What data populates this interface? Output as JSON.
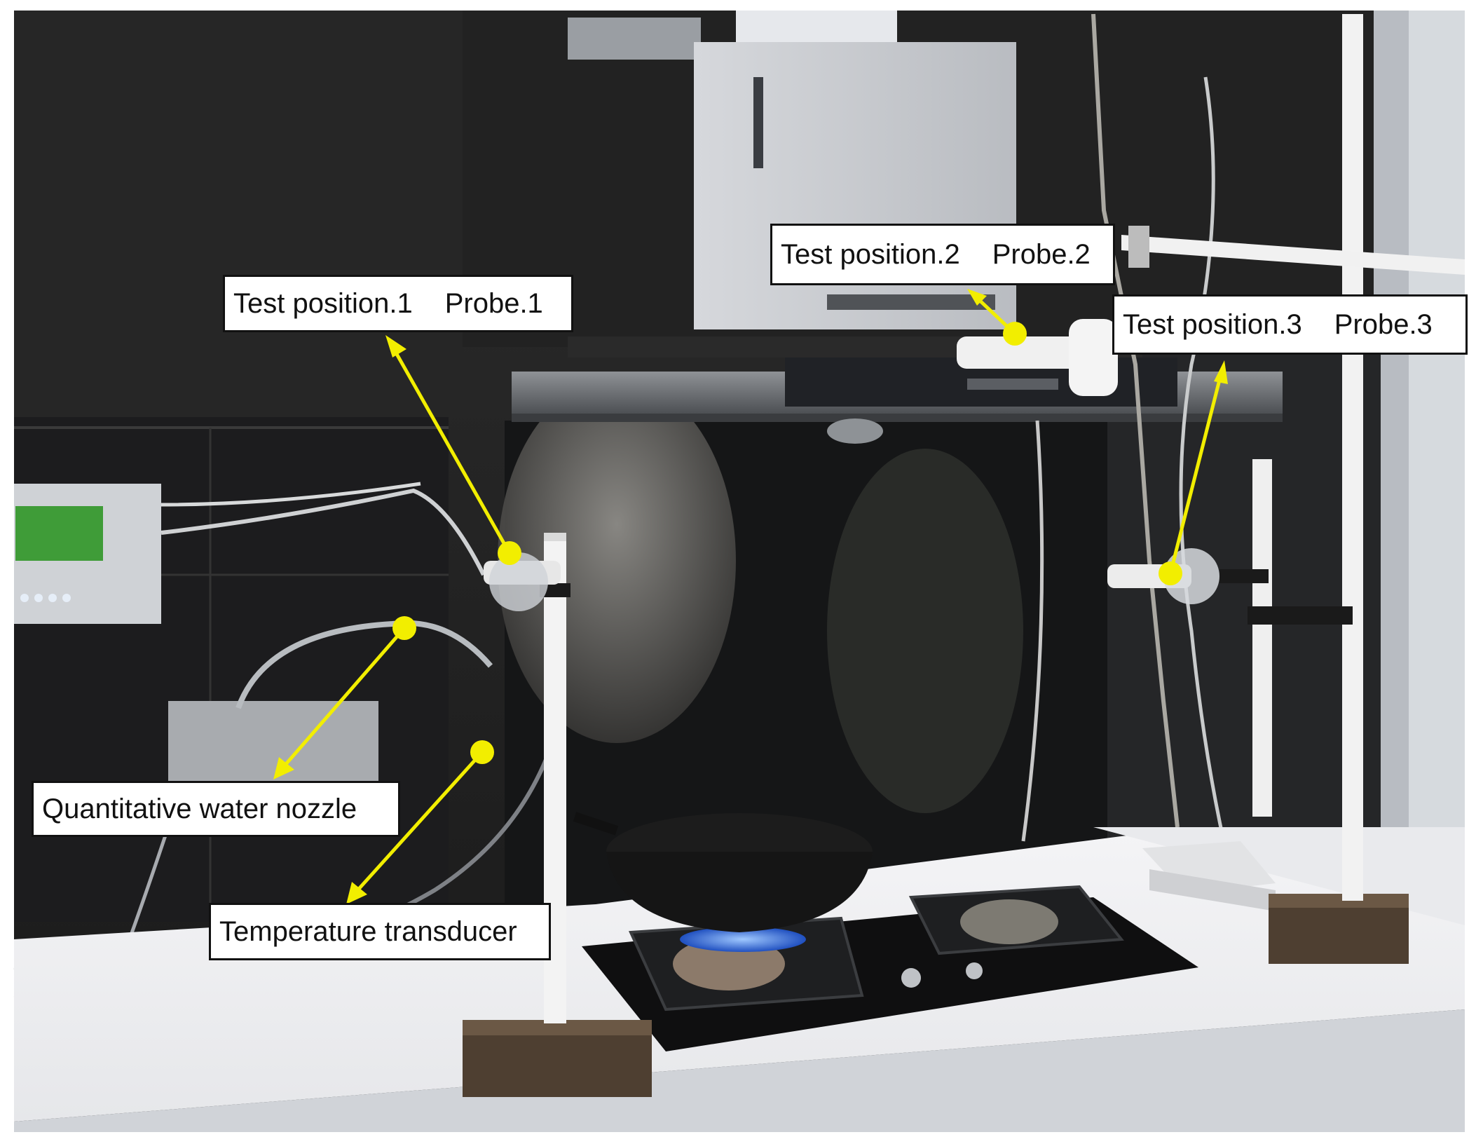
{
  "labels": {
    "probe1": {
      "position": "Test position.1",
      "probe": "Probe.1"
    },
    "probe2": {
      "position": "Test position.2",
      "probe": "Probe.2"
    },
    "probe3": {
      "position": "Test position.3",
      "probe": "Probe.3"
    },
    "nozzle": "Quantitative water nozzle",
    "transducer": "Temperature transducer"
  },
  "colors": {
    "annotation": "#f2ee00",
    "label_border": "#111111",
    "label_background": "#ffffff"
  }
}
